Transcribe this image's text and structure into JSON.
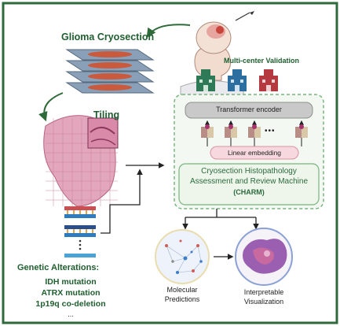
{
  "title": "Glioma Cryosection",
  "tiling_label": "Tiling",
  "validation_label": "Multi-center Validation",
  "transformer_label": "Transformer encoder",
  "ellipsis": "•••",
  "linear_label": "Linear embedding",
  "charm": {
    "line1": "Cryosection Histopathology",
    "line2": "Assessment and Review Machine",
    "acronym": "(CHARM)"
  },
  "genetic": {
    "heading": "Genetic Alterations:",
    "items": [
      "IDH mutation",
      "ATRX mutation",
      "1p19q co-deletion"
    ],
    "more": "..."
  },
  "outputs": {
    "molecular": [
      "Molecular",
      "Predictions"
    ],
    "interpretable": [
      "Interpretable",
      "Visualization"
    ]
  },
  "colors": {
    "frame": "#2f6b3a",
    "green_text": "#1f5e2f",
    "dashed_box": "#78b47e",
    "charm_text": "#2c6a3c",
    "slide": "#7f93a9",
    "tissue": "#c95a3e",
    "hospital_green": "#2f7a56",
    "hospital_blue": "#2d6ea0",
    "hospital_red": "#b53a3f"
  }
}
